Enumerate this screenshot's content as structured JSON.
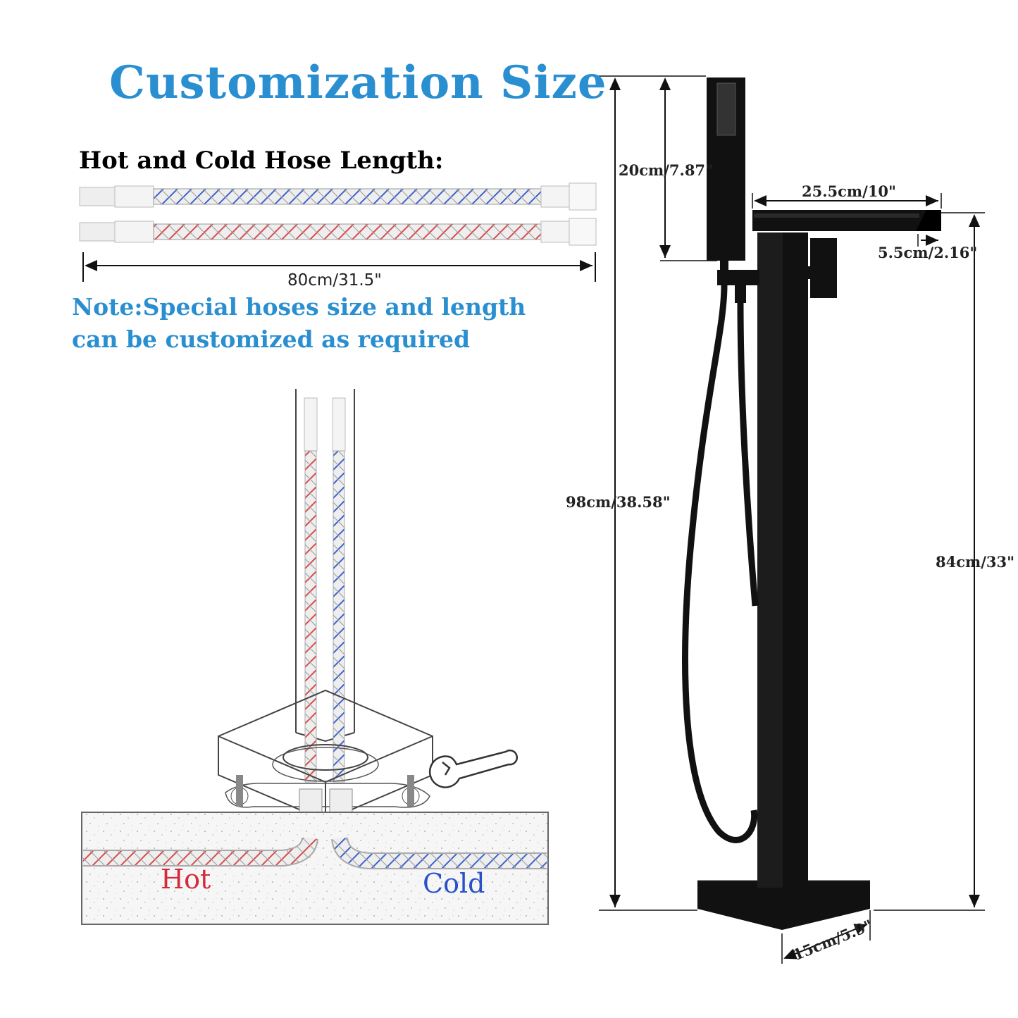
{
  "title": "Customization Size",
  "hose_heading": "Hot and Cold Hose Length:",
  "hose_length": "80cm/31.5\"",
  "note_line1": "Note:Special hoses size and length",
  "note_line2": "can be customized as required",
  "labels": {
    "hot": "Hot",
    "cold": "Cold"
  },
  "dimensions": {
    "total_height": "98cm/38.58\"",
    "hand_shower": "20cm/7.87\"",
    "spout_length": "25.5cm/10\"",
    "spout_height": "5.5cm/2.16\"",
    "spout_clearance": "84cm/33\"",
    "base_width": "15cm/5.9\""
  },
  "colors": {
    "accent_blue": "#2a8fd0",
    "hot_red": "#d42a3a",
    "cold_blue": "#2a52c8",
    "faucet_black": "#111111"
  },
  "icons": [
    "wrench-icon"
  ]
}
